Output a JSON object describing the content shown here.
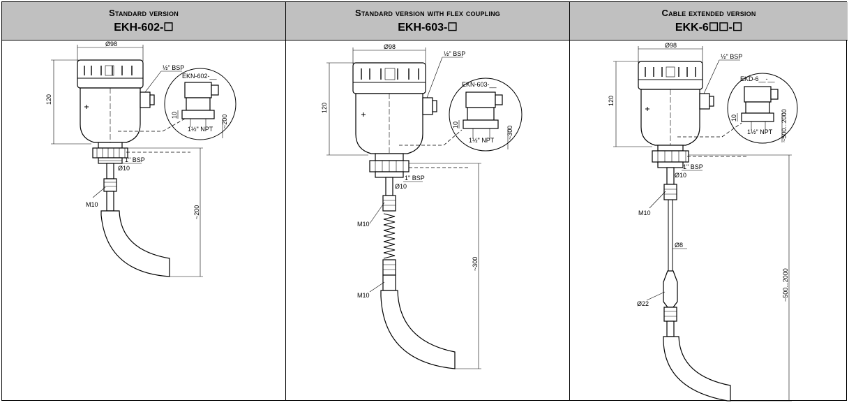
{
  "columns": [
    {
      "title": "Standard version",
      "model": "EKH-602-☐",
      "labels": {
        "dia": "Ø98",
        "bsp_half": "½\" BSP",
        "detail": "EKN-602-__",
        "h120": "120",
        "h10": "10",
        "npt": "1½\" NPT",
        "len_short": "~200",
        "bsp1": "1\" BSP",
        "rod": "Ø10",
        "thread": "M10",
        "len_long": "~200"
      }
    },
    {
      "title": "Standard version with flex coupling",
      "model": "EKH-603-☐",
      "labels": {
        "dia": "Ø98",
        "bsp_half": "½\" BSP",
        "detail": "EKN-603-__",
        "h120": "120",
        "h10": "10",
        "npt": "1½\" NPT",
        "len_short": "~300",
        "bsp1": "1\" BSP",
        "rod": "Ø10",
        "thread": "M10",
        "thread2": "M10",
        "len_long": "~300"
      }
    },
    {
      "title": "Cable extended version",
      "model": "EKK-6☐☐-☐",
      "labels": {
        "dia": "Ø98",
        "bsp_half": "½\" BSP",
        "detail": "EKD-6__-__",
        "h120": "120",
        "h10": "10",
        "npt": "1½\" NPT",
        "len_short": "~500...2000",
        "bsp1": "1\" BSP",
        "rod": "Ø10",
        "thread": "M10",
        "cable": "Ø8",
        "weight": "Ø22",
        "len_long": "~500...2000"
      }
    }
  ]
}
